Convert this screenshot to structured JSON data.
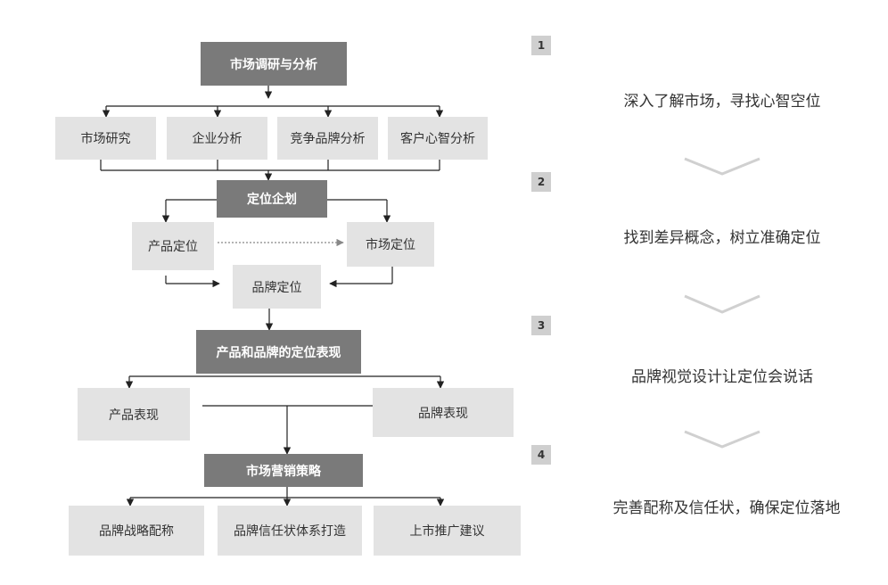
{
  "flow": {
    "research": {
      "title": "市场调研与分析",
      "items": [
        "市场研究",
        "企业分析",
        "竞争品牌分析",
        "客户心智分析"
      ]
    },
    "positioning": {
      "title": "定位企划",
      "product": "产品定位",
      "market": "市场定位",
      "brand": "品牌定位"
    },
    "expression": {
      "title": "产品和品牌的定位表现",
      "product": "产品表现",
      "brand": "品牌表现"
    },
    "marketing": {
      "title": "市场营销策略",
      "items": [
        "品牌战略配称",
        "品牌信任状体系打造",
        "上市推广建议"
      ]
    }
  },
  "steps": [
    {
      "number": "1",
      "text": "深入了解市场，寻找心智空位"
    },
    {
      "number": "2",
      "text": "找到差异概念，树立准确定位"
    },
    {
      "number": "3",
      "text": "品牌视觉设计让定位会说话"
    },
    {
      "number": "4",
      "text": "完善配称及信任状，确保定位落地"
    }
  ]
}
